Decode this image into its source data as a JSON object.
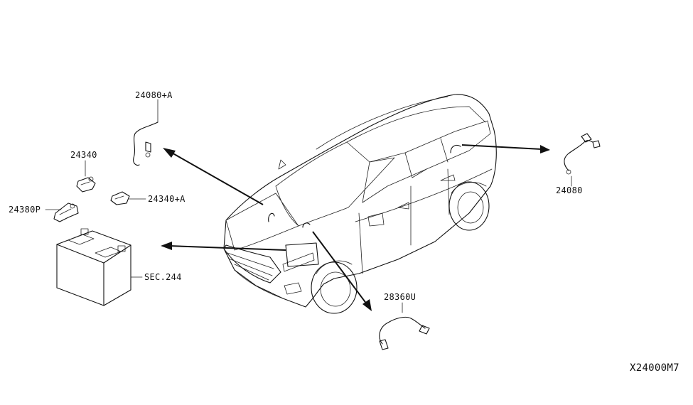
{
  "diagram": {
    "reference_code": "X24000M7",
    "parts": {
      "harness_front_a": "24080+A",
      "bracket": "24340",
      "bracket_a": "24340+A",
      "protector": "24380P",
      "battery": "SEC.244",
      "sensor_harness": "28360U",
      "harness_rear": "24080"
    }
  }
}
